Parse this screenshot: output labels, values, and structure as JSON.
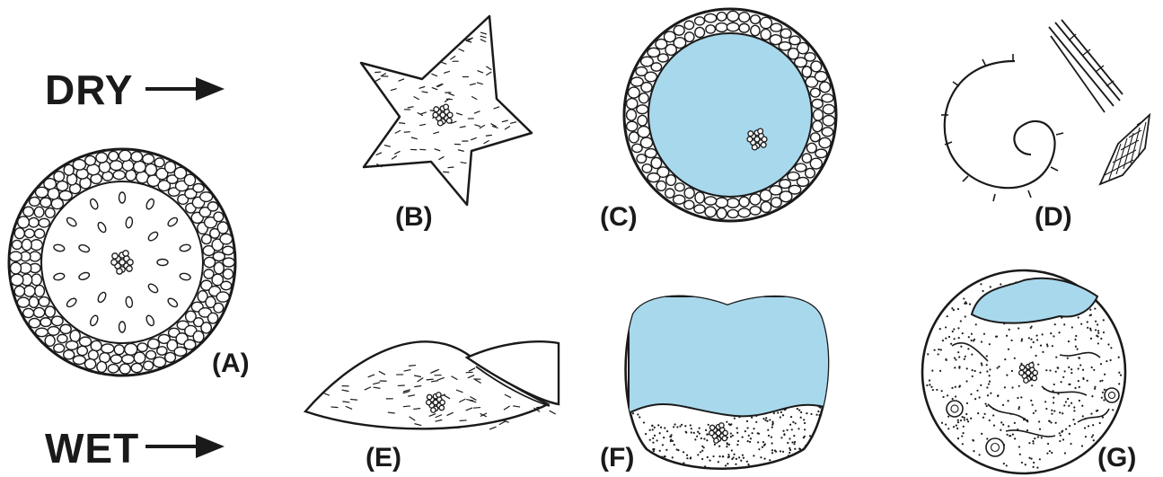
{
  "labels": {
    "dry": "DRY",
    "wet": "WET",
    "panels": {
      "a": "(A)",
      "b": "(B)",
      "c": "(C)",
      "d": "(D)",
      "e": "(E)",
      "f": "(F)",
      "g": "(G)"
    }
  },
  "colors": {
    "ink": "#1a1a1a",
    "water": "#a8d8ec",
    "background": "#ffffff"
  }
}
